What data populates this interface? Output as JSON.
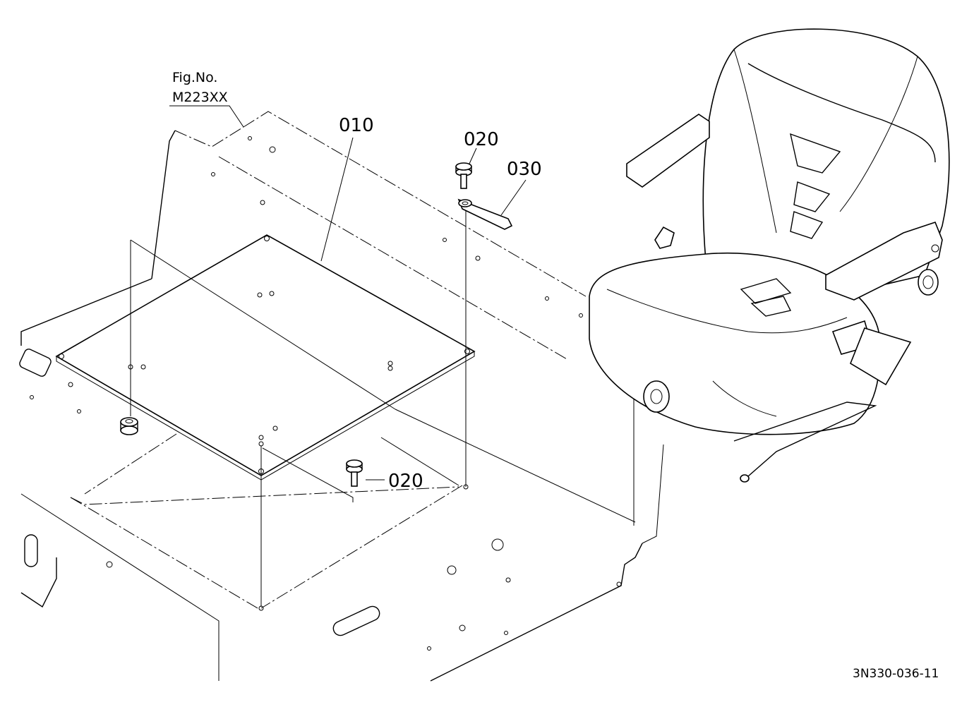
{
  "figure": {
    "label_line1": "Fig.No.",
    "label_line2": "M223XX"
  },
  "callouts": {
    "part_010": "010",
    "part_020_top": "020",
    "part_020_bottom": "020",
    "part_030": "030"
  },
  "drawing_ref": "3N330-036-11"
}
